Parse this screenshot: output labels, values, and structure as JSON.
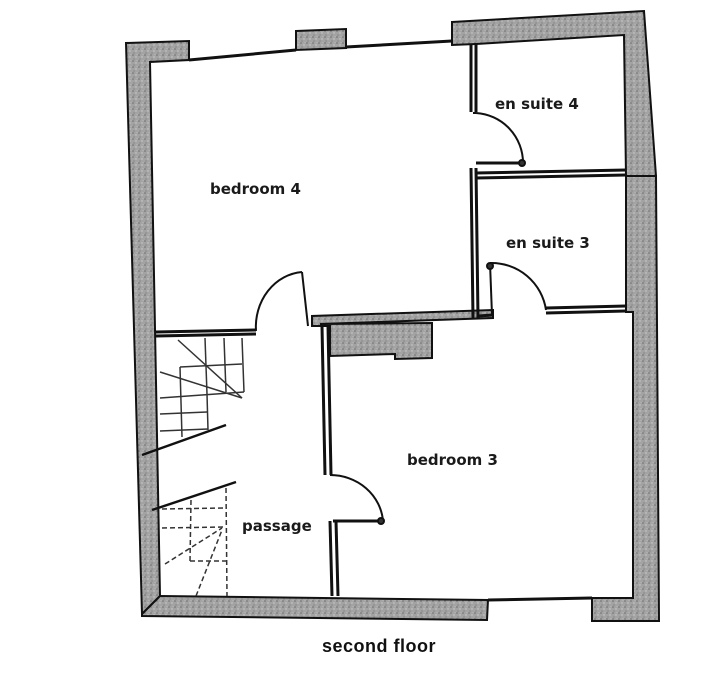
{
  "diagram": {
    "type": "floor plan",
    "caption": "second floor",
    "colors": {
      "wall_fill": "#9a9a9a",
      "wall_stroke": "#111111",
      "background": "#ffffff"
    },
    "rooms": [
      {
        "id": "bedroom-4",
        "label": "bedroom 4"
      },
      {
        "id": "en-suite-4",
        "label": "en suite 4"
      },
      {
        "id": "en-suite-3",
        "label": "en suite 3"
      },
      {
        "id": "bedroom-3",
        "label": "bedroom 3"
      },
      {
        "id": "passage",
        "label": "passage"
      }
    ],
    "doors": [
      {
        "from": "bedroom 4",
        "to": "en suite 4"
      },
      {
        "from": "bedroom 4",
        "to": "passage"
      },
      {
        "from": "bedroom 3",
        "to": "en suite 3"
      },
      {
        "from": "passage",
        "to": "bedroom 3"
      }
    ],
    "features": [
      "staircase (up)",
      "staircase (down, dashed)",
      "windows on north and south walls"
    ]
  }
}
